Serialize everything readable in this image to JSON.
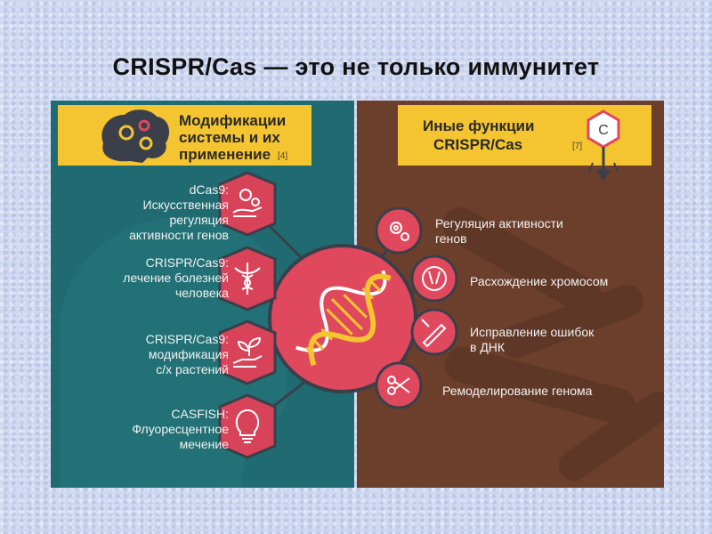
{
  "slide": {
    "title": "CRISPR/Cas — это не только иммунитет"
  },
  "left_panel": {
    "header_line1": "Модификации",
    "header_line2": "системы и их",
    "header_line3": "применение",
    "header_ref": "[4]",
    "header_icon": "brain-gears-icon",
    "items": [
      {
        "line1": "dCas9:",
        "line2": "Искусственная",
        "line3": "регуляция",
        "line4": "активности генов",
        "icon": "hand-gears-icon"
      },
      {
        "line1": "CRISPR/Cas9:",
        "line2": "лечение болезней",
        "line3": "человека",
        "icon": "caduceus-icon"
      },
      {
        "line1": "CRISPR/Cas9:",
        "line2": "модификация",
        "line3": "с/х растений",
        "icon": "hand-plant-icon"
      },
      {
        "line1": "CASFISH:",
        "line2": "Флуоресцентное",
        "line3": "мечение",
        "icon": "lightbulb-icon"
      }
    ]
  },
  "right_panel": {
    "header_line1": "Иные функции",
    "header_line2": "CRISPR/Cas",
    "header_ref": "[7]",
    "header_icon": "bacteriophage-icon",
    "header_icon_letter": "C",
    "items": [
      {
        "line1": "Регуляция активности",
        "line2": "генов",
        "icon": "gears-icon"
      },
      {
        "line1": "Расхождение хромосом",
        "icon": "chromosome-division-icon"
      },
      {
        "line1": "Исправление ошибок",
        "line2": "в ДНК",
        "icon": "repair-pen-icon"
      },
      {
        "line1": "Ремоделирование генома",
        "icon": "scissors-icon"
      }
    ]
  },
  "center": {
    "icon": "dna-helix-icon"
  },
  "colors": {
    "left_panel": "#1f6b71",
    "right_panel": "#6b3f2c",
    "banner": "#f4c431",
    "hexagon": "#d9435a",
    "circle": "#e0485e",
    "connector": "#3a3f4a",
    "dna": "#f4c431"
  }
}
